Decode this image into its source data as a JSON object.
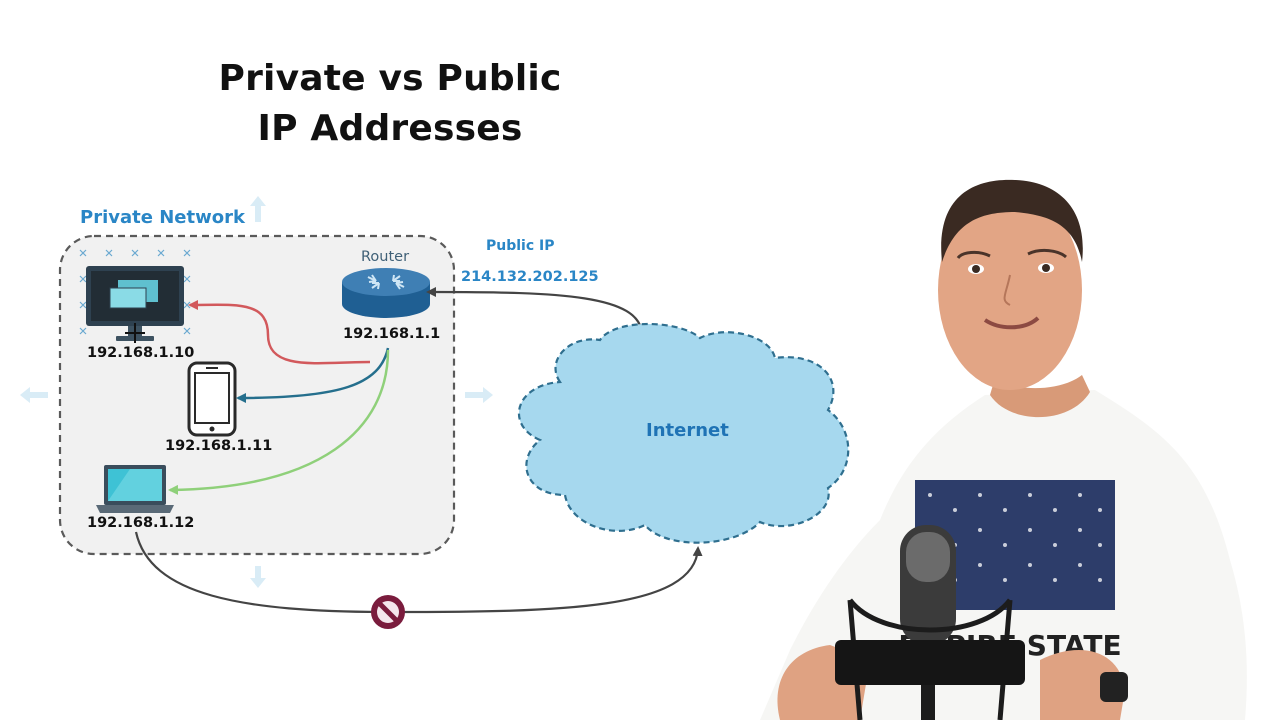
{
  "slide": {
    "title_line1": "Private vs Public",
    "title_line2": "IP Addresses"
  },
  "network": {
    "label": "Private Network",
    "router": {
      "label": "Router",
      "ip": "192.168.1.1"
    },
    "devices": [
      {
        "type": "desktop",
        "ip": "192.168.1.10"
      },
      {
        "type": "phone",
        "ip": "192.168.1.11"
      },
      {
        "type": "laptop",
        "ip": "192.168.1.12"
      }
    ]
  },
  "public_ip": {
    "label": "Public IP",
    "value": "214.132.202.125"
  },
  "internet": {
    "label": "Internet"
  },
  "colors": {
    "accent": "#2a86c6",
    "private_bg": "#f1f1f1",
    "cloud_fill": "#a6d8ee",
    "cloud_stroke": "#2f6f8f",
    "arrow_desktop": "#d2595c",
    "arrow_phone": "#256f8d",
    "arrow_laptop": "#8fd07a",
    "blocked": "#7a1c3d"
  },
  "presenter": {
    "shirt_text": "EMPIRE STATE"
  }
}
